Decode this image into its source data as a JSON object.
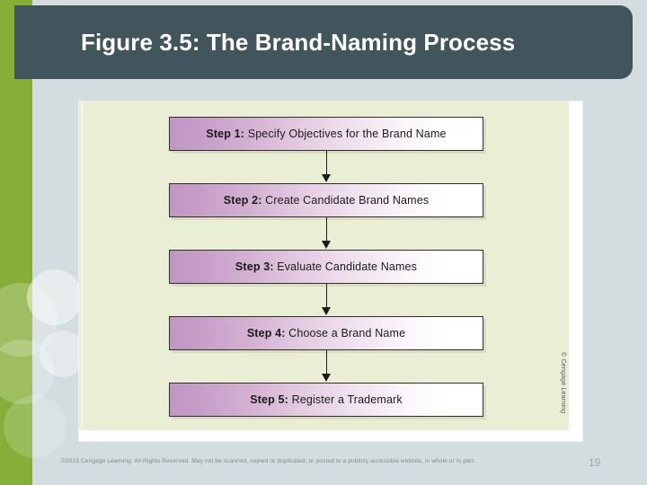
{
  "slide": {
    "title": "Figure 3.5: The Brand-Naming Process",
    "page_number": "19",
    "copyright": "©2013 Cengage Learning. All Rights Reserved. May not be scanned, copied or duplicated, or posted to a publicly accessible website, in whole or in part.",
    "figure_credit": "© Cengage Learning"
  },
  "colors": {
    "accent_green": "#86ae38",
    "title_bar": "#42555c",
    "slide_background": "#d3dcde",
    "figure_background": "#e9eed5",
    "box_gradient_start": "#c096c2",
    "box_gradient_end": "#ffffff",
    "box_border": "#2e2e2e"
  },
  "flow": {
    "steps": [
      {
        "number": "Step 1:",
        "text": "Specify Objectives for the Brand Name"
      },
      {
        "number": "Step 2:",
        "text": "Create Candidate Brand Names"
      },
      {
        "number": "Step 3:",
        "text": "Evaluate Candidate Names"
      },
      {
        "number": "Step 4:",
        "text": "Choose a Brand Name"
      },
      {
        "number": "Step 5:",
        "text": "Register a Trademark"
      }
    ]
  }
}
